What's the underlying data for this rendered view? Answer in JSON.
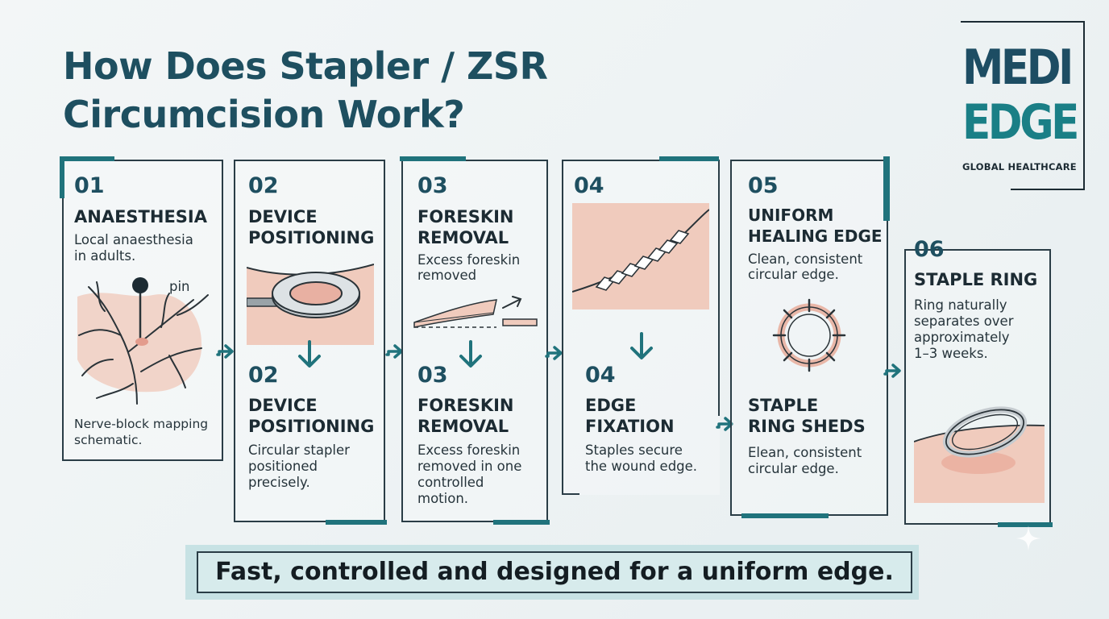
{
  "title": {
    "line1": "How Does Stapler / ZSR",
    "line2": "Circumcision Work?"
  },
  "logo": {
    "word1": "MEDI",
    "word2": "EDGE",
    "tagline": "GLOBAL HEALTHCARE"
  },
  "steps": {
    "s1": {
      "num": "01",
      "title": "ANAESTHESIA",
      "desc1": "Local anaesthesia",
      "desc2": "in adults.",
      "pin_label": "pin",
      "caption1": "Nerve-block mapping",
      "caption2": "schematic."
    },
    "s2": {
      "num_top": "02",
      "title_top1": "DEVICE",
      "title_top2": "POSITIONING",
      "num": "02",
      "title1": "DEVICE",
      "title2": "POSITIONING",
      "desc1": "Circular stapler",
      "desc2": "positioned",
      "desc3": "precisely."
    },
    "s3": {
      "num_top": "03",
      "title_top1": "FORESKIN",
      "title_top2": "REMOVAL",
      "desc_top1": "Excess foreskin",
      "desc_top2": "removed",
      "num": "03",
      "title1": "FORESKIN",
      "title2": "REMOVAL",
      "desc1": "Excess foreskin",
      "desc2": "removed in one",
      "desc3": "controlled",
      "desc4": "motion."
    },
    "s4": {
      "num_top": "04",
      "num": "04",
      "title1": "EDGE",
      "title2": "FIXATION",
      "desc1": "Staples secure",
      "desc2": "the wound edge."
    },
    "s5": {
      "num": "05",
      "title1": "UNIFORM",
      "title2": "HEALING EDGE",
      "desc1": "Clean, consistent",
      "desc2": "circular edge.",
      "title_b1": "STAPLE",
      "title_b2": "RING SHEDS",
      "desc_b1": "Elean, consistent",
      "desc_b2": "circular edge."
    },
    "s6": {
      "num": "06",
      "title": "STAPLE RING",
      "desc1": "Ring naturally",
      "desc2": "separates over",
      "desc3": "approximately",
      "desc4": "1–3 weeks."
    }
  },
  "footer": "Fast, controlled and designed for a uniform edge.",
  "colors": {
    "primary": "#1e4f60",
    "accent": "#20737c",
    "skin": "#f0cbbd",
    "footer_bg": "#d7ebec"
  },
  "icons": [
    "nerve-map-illustration",
    "stapler-device-illustration",
    "foreskin-cut-illustration",
    "staple-suture-illustration",
    "staple-ring-illustration",
    "ring-detach-illustration",
    "arrow-down-icon",
    "arrow-right-icon",
    "sparkle-icon"
  ]
}
